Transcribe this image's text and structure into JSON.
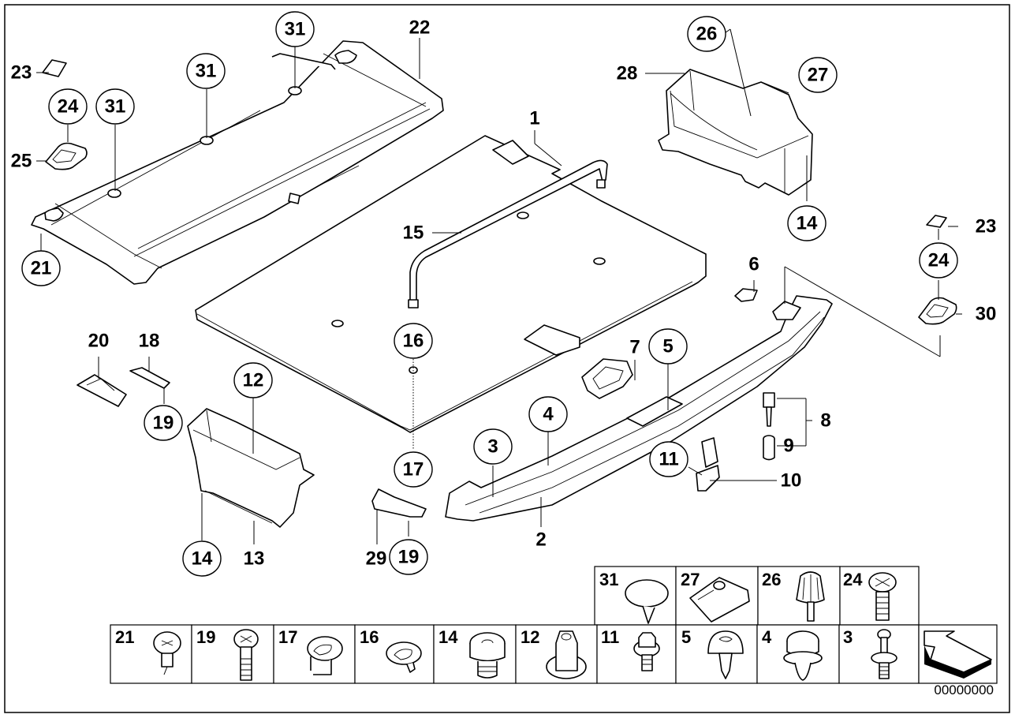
{
  "diagram": {
    "image_id": "00000000",
    "colors": {
      "line": "#000000",
      "background": "#ffffff"
    },
    "callouts": [
      {
        "id": "c31a",
        "num": "31",
        "circled": true
      },
      {
        "id": "c31b",
        "num": "31",
        "circled": true
      },
      {
        "id": "c31c",
        "num": "31",
        "circled": true
      },
      {
        "id": "c22",
        "num": "22",
        "circled": false
      },
      {
        "id": "c23a",
        "num": "23",
        "circled": false
      },
      {
        "id": "c24a",
        "num": "24",
        "circled": true
      },
      {
        "id": "c25",
        "num": "25",
        "circled": false
      },
      {
        "id": "c21",
        "num": "21",
        "circled": true
      },
      {
        "id": "c1",
        "num": "1",
        "circled": false
      },
      {
        "id": "c15",
        "num": "15",
        "circled": false
      },
      {
        "id": "c26",
        "num": "26",
        "circled": true
      },
      {
        "id": "c28",
        "num": "28",
        "circled": false
      },
      {
        "id": "c27",
        "num": "27",
        "circled": true
      },
      {
        "id": "c14a",
        "num": "14",
        "circled": true
      },
      {
        "id": "c23b",
        "num": "23",
        "circled": false
      },
      {
        "id": "c24b",
        "num": "24",
        "circled": true
      },
      {
        "id": "c30",
        "num": "30",
        "circled": false
      },
      {
        "id": "c6",
        "num": "6",
        "circled": false
      },
      {
        "id": "c16",
        "num": "16",
        "circled": true
      },
      {
        "id": "c7",
        "num": "7",
        "circled": false
      },
      {
        "id": "c5",
        "num": "5",
        "circled": true
      },
      {
        "id": "c20",
        "num": "20",
        "circled": false
      },
      {
        "id": "c18",
        "num": "18",
        "circled": false
      },
      {
        "id": "c19a",
        "num": "19",
        "circled": true
      },
      {
        "id": "c12",
        "num": "12",
        "circled": true
      },
      {
        "id": "c4",
        "num": "4",
        "circled": true
      },
      {
        "id": "c8",
        "num": "8",
        "circled": false
      },
      {
        "id": "c9",
        "num": "9",
        "circled": false
      },
      {
        "id": "c3",
        "num": "3",
        "circled": true
      },
      {
        "id": "c17",
        "num": "17",
        "circled": true
      },
      {
        "id": "c11",
        "num": "11",
        "circled": true
      },
      {
        "id": "c10",
        "num": "10",
        "circled": false
      },
      {
        "id": "c2",
        "num": "2",
        "circled": false
      },
      {
        "id": "c14b",
        "num": "14",
        "circled": true
      },
      {
        "id": "c13",
        "num": "13",
        "circled": false
      },
      {
        "id": "c29",
        "num": "29",
        "circled": false
      },
      {
        "id": "c19b",
        "num": "19",
        "circled": true
      }
    ],
    "fastener_table": {
      "top_row": [
        {
          "num": "31",
          "icon": "plug-cap-icon"
        },
        {
          "num": "27",
          "icon": "spring-nut-clip-icon"
        },
        {
          "num": "26",
          "icon": "knurled-knob-screw-icon"
        },
        {
          "num": "24",
          "icon": "phillips-pan-screw-icon"
        }
      ],
      "bottom_row": [
        {
          "num": "21",
          "icon": "phillips-washer-screw-icon"
        },
        {
          "num": "19",
          "icon": "phillips-long-screw-icon"
        },
        {
          "num": "17",
          "icon": "keyhole-grommet-icon"
        },
        {
          "num": "16",
          "icon": "keyhole-clip-icon"
        },
        {
          "num": "14",
          "icon": "rubber-buffer-icon"
        },
        {
          "num": "12",
          "icon": "hex-nut-icon"
        },
        {
          "num": "11",
          "icon": "hex-flange-bolt-icon"
        },
        {
          "num": "5",
          "icon": "torx-tapping-screw-icon"
        },
        {
          "num": "4",
          "icon": "expanding-rivet-icon"
        },
        {
          "num": "3",
          "icon": "push-rivet-icon"
        },
        {
          "num": "",
          "icon": "orientation-arrow-icon"
        }
      ]
    }
  }
}
